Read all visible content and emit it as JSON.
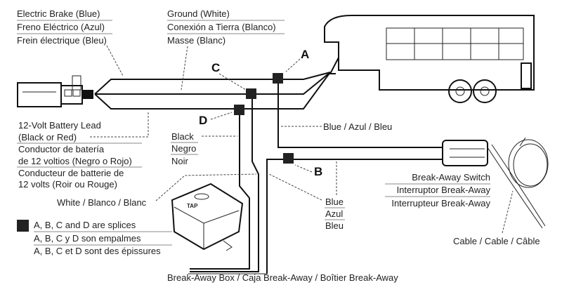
{
  "labels": {
    "electric_brake": [
      "Electric Brake (Blue)",
      "Freno Eléctrico (Azul)",
      "Frein électrique (Bleu)"
    ],
    "ground": [
      "Ground (White)",
      "Conexión a Tierra (Blanco)",
      "Masse (Blanc)"
    ],
    "battery_lead": [
      "12-Volt Battery Lead",
      "(Black or Red)",
      "Conductor de batería",
      "de 12 voltios (Negro o Rojo)",
      "Conducteur de batterie de",
      "12 volts (Roir ou Rouge)"
    ],
    "black": [
      "Black",
      "Negro",
      "Noir"
    ],
    "white": "White / Blanco / Blanc",
    "blue_upper": "Blue / Azul / Bleu",
    "blue_lower": [
      "Blue",
      "Azul",
      "Bleu"
    ],
    "splices_legend": [
      "A, B, C and D are splices",
      "A, B, C y D son empalmes",
      "A, B, C et D sont des épissures"
    ],
    "breakaway_switch": [
      "Break-Away Switch",
      "Interruptor Break-Away",
      "Interrupteur Break-Away"
    ],
    "cable": "Cable / Cable / Câble",
    "breakaway_box": "Break-Away Box / Caja Break-Away / Boîtier Break-Away",
    "box_logo": "TAP"
  },
  "splices": {
    "a": "A",
    "b": "B",
    "c": "C",
    "d": "D"
  },
  "colors": {
    "line": "#111111",
    "text": "#222222",
    "background": "#ffffff"
  }
}
